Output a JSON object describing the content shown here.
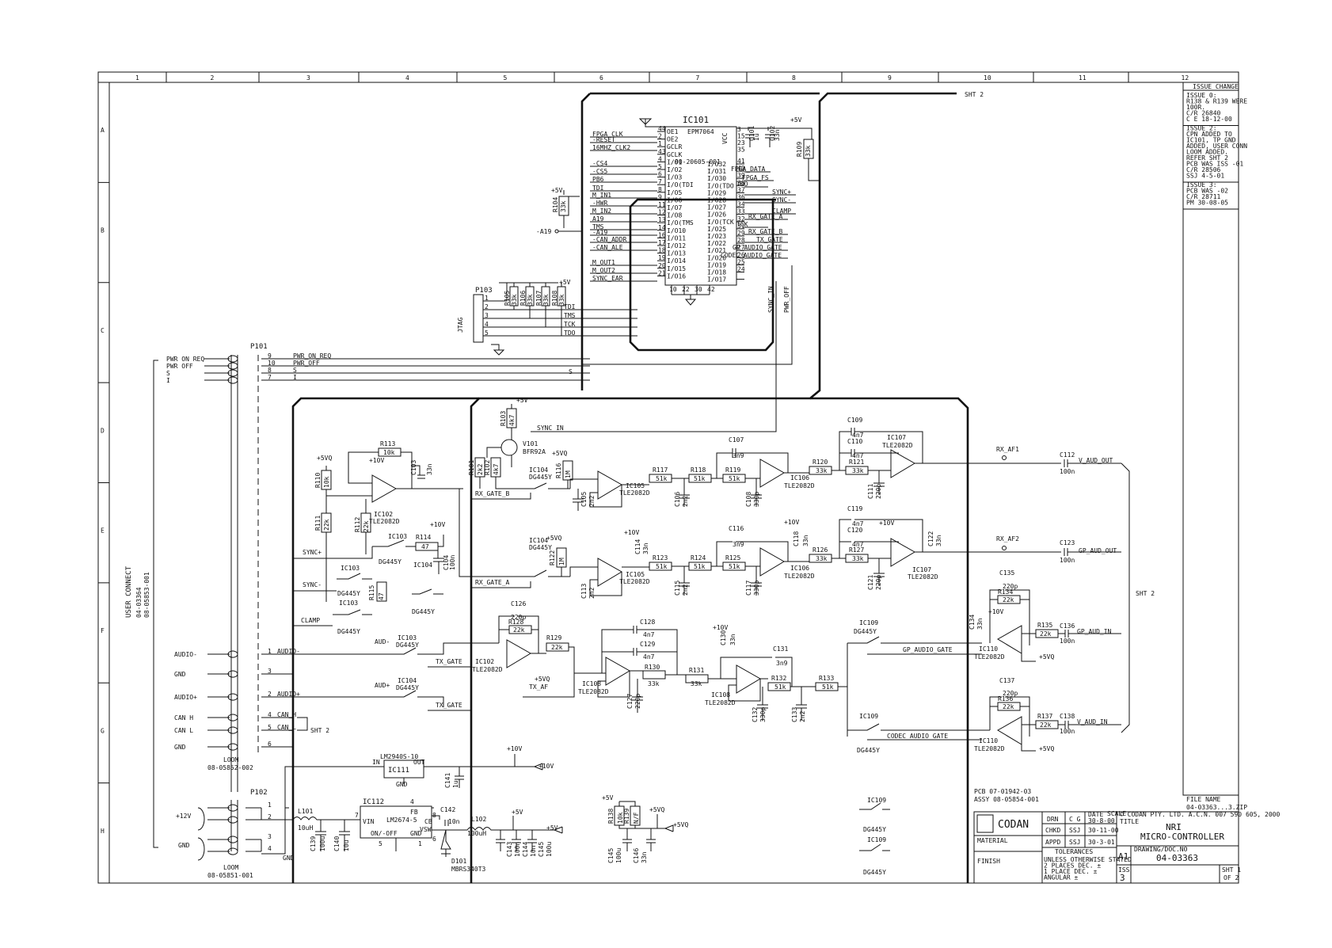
{
  "border": {
    "columns": [
      "1",
      "2",
      "3",
      "4",
      "5",
      "6",
      "7",
      "8",
      "9",
      "10",
      "11",
      "12"
    ],
    "rows": [
      "A",
      "B",
      "C",
      "D",
      "E",
      "F",
      "G",
      "H"
    ]
  },
  "sht2_labels": [
    "SHT 2",
    "SHT 2",
    "SHT 2"
  ],
  "ic101": {
    "name": "IC101",
    "part": "EPM7064",
    "code": "90-20605-001",
    "pins_left": [
      {
        "n": "44",
        "p": "OE1"
      },
      {
        "n": "2",
        "p": "OE2"
      },
      {
        "n": "1",
        "p": "GCLR"
      },
      {
        "n": "43",
        "p": "GCLK"
      },
      {
        "n": "4",
        "p": "I/O1"
      },
      {
        "n": "5",
        "p": "I/O2"
      },
      {
        "n": "6",
        "p": "I/O3"
      },
      {
        "n": "7",
        "p": "I/O(TDI"
      },
      {
        "n": "8",
        "p": "I/O5"
      },
      {
        "n": "9",
        "p": "I/O6"
      },
      {
        "n": "11",
        "p": "I/O7"
      },
      {
        "n": "12",
        "p": "I/O8"
      },
      {
        "n": "13",
        "p": "I/O(TMS"
      },
      {
        "n": "14",
        "p": "I/O10"
      },
      {
        "n": "16",
        "p": "I/O11"
      },
      {
        "n": "17",
        "p": "I/O12"
      },
      {
        "n": "18",
        "p": "I/O13"
      },
      {
        "n": "19",
        "p": "I/O14"
      },
      {
        "n": "20",
        "p": "I/O15"
      },
      {
        "n": "21",
        "p": "I/O16"
      }
    ],
    "pins_right": [
      {
        "n": "41",
        "p": "I/O32"
      },
      {
        "n": "40",
        "p": "I/O31"
      },
      {
        "n": "39",
        "p": "I/O30"
      },
      {
        "n": "38",
        "p": "I/O(TDO"
      },
      {
        "n": "37",
        "p": "I/O29"
      },
      {
        "n": "36",
        "p": "I/O28"
      },
      {
        "n": "34",
        "p": "I/O27"
      },
      {
        "n": "33",
        "p": "I/O26"
      },
      {
        "n": "32",
        "p": "I/O(TCK"
      },
      {
        "n": "31",
        "p": "I/O25"
      },
      {
        "n": "29",
        "p": "I/O23"
      },
      {
        "n": "28",
        "p": "I/O22"
      },
      {
        "n": "27",
        "p": "I/O21"
      },
      {
        "n": "26",
        "p": "I/O20"
      },
      {
        "n": "25",
        "p": "I/O19"
      },
      {
        "n": "24",
        "p": "I/O18"
      },
      {
        "n": "",
        "p": "I/O17"
      }
    ],
    "vcc_pins": [
      "3",
      "15",
      "23",
      "35"
    ],
    "vcc_label": "VCC",
    "gnd_pins": [
      "10",
      "22",
      "30",
      "42"
    ]
  },
  "ic101_left_nets": [
    "FPGA_CLK",
    "-RESET",
    "16MHZ_CLK2",
    "-CS4",
    "-CS5",
    "PB6",
    "TDI",
    "M_IN1",
    "-HWR",
    "M_IN2",
    "A19",
    "TMS",
    "-A19",
    "-CAN_ADDR",
    "-CAN_ALE",
    "M_OUT1",
    "M_OUT2",
    "SYNC_EAR"
  ],
  "ic101_right_nets": [
    "FPGA_DATA",
    "FPGA_FS",
    "TDO",
    "SYNC+",
    "SYNC-",
    "CLAMP",
    "RX_GATE_A",
    "TCK",
    "RX_GATE_B",
    "TX_GATE",
    "GP_AUDIO_GATE",
    "CODEC_AUDIO_GATE"
  ],
  "ic101_misc": {
    "r104": "R104",
    "r104v": "33k",
    "v5a": "+5V",
    "a19_pin": "-A19",
    "v5b": "+5V",
    "c101": "C101",
    "c101v": "1u",
    "c102": "C102",
    "c102v": "33n",
    "r109": "R109",
    "r109v": "33k",
    "sync_in_lbl": "SYNC_IN",
    "pwr_off_lbl": "PWR_OFF"
  },
  "p103": {
    "name": "P103",
    "conn": "JTAG",
    "resistors": [
      {
        "r": "R105",
        "v": "33k"
      },
      {
        "r": "R106",
        "v": "33k"
      },
      {
        "r": "R107",
        "v": "33k"
      },
      {
        "r": "R108",
        "v": "33k"
      }
    ],
    "nets": [
      "TDI",
      "TMS",
      "TCK",
      "TDO"
    ],
    "pins": [
      "1",
      "2",
      "3",
      "4",
      "5"
    ],
    "v5": "+5V"
  },
  "p101": {
    "name": "P101",
    "top": [
      {
        "ext": "PWR ON REQ",
        "pin": "9",
        "net": "PWR_ON_REQ"
      },
      {
        "ext": "PWR OFF",
        "pin": "10",
        "net": "PWR_OFF"
      },
      {
        "ext": "S",
        "pin": "8",
        "net": "S"
      },
      {
        "ext": "I",
        "pin": "7",
        "net": "I"
      }
    ],
    "bottom": [
      {
        "ext": "AUDIO-",
        "pin": "1",
        "net": "AUDIO-"
      },
      {
        "ext": "GND",
        "pin": "3",
        "net": ""
      },
      {
        "ext": "AUDIO+",
        "pin": "2",
        "net": "AUDIO+"
      },
      {
        "ext": "CAN H",
        "pin": "4",
        "net": "CAN_H"
      },
      {
        "ext": "CAN L",
        "pin": "5",
        "net": "CAN_L"
      },
      {
        "ext": "GND",
        "pin": "6",
        "net": ""
      }
    ],
    "sht2": "SHT 2",
    "s_net": "S",
    "loom": "LOOM",
    "loom_no": "08-05852-002"
  },
  "user_connect": [
    "USER CONNECT",
    "04-03364",
    "08-05853-001"
  ],
  "left_block": {
    "v5vq": "+5VQ",
    "r110": "R110",
    "r110v": "10k",
    "r111": "R111",
    "r111v": "22k",
    "r112": "R112",
    "r112v": "22k",
    "r113": "R113",
    "r113v": "10k",
    "v10": "+10V",
    "c103": "C103",
    "c103v": "33n",
    "ic102": "IC102",
    "ic102p": "TLE2082D",
    "sync_p": "SYNC+",
    "sync_m": "SYNC-",
    "clamp": "CLAMP",
    "ic103a": "IC103",
    "ic103ap": "DG445Y",
    "r114": "R114",
    "r114v": "47",
    "v10b": "+10V",
    "c104": "C104",
    "c104v": "100n",
    "ic103b": "IC103",
    "ic103bp": "DG445Y",
    "ic103c": "IC103",
    "ic103cp": "DG445Y",
    "r115": "R115",
    "r115v": "47",
    "ic104": "IC104",
    "ic104p": "DG445Y"
  },
  "rx_path": {
    "sync_in": "SYNC_IN",
    "r103": "R103",
    "r103v": "4k7",
    "v5": "+5V",
    "v101": "V101",
    "v101p": "BFR92A",
    "r101": "R101",
    "r101v": "2k2",
    "r102": "R102",
    "r102v": "4k7",
    "v5vq": "+5VQ",
    "r116": "R116",
    "r116v": "1M",
    "ic104": "IC104",
    "ic104p": "DG445Y",
    "rx_gate_b": "RX_GATE_B",
    "c105": "C105",
    "c105v": "2n2",
    "ic105": "IC105",
    "ic105p": "TLE2082D",
    "r117": "R117",
    "r117v": "51k",
    "c106": "C106",
    "c106v": "2n2",
    "r118": "R118",
    "r118v": "51k",
    "r119": "R119",
    "r119v": "51k",
    "c107": "C107",
    "c107v": "3n9",
    "c108": "C108",
    "c108v": "330p",
    "ic106": "IC106",
    "ic106p": "TLE2082D",
    "r120": "R120",
    "r120v": "33k",
    "c109": "C109",
    "c109v": "4n7",
    "c110": "C110",
    "c110v": "4n7",
    "r121": "R121",
    "r121v": "33k",
    "c111": "C111",
    "c111v": "220p",
    "ic107": "IC107",
    "ic107p": "TLE2082D",
    "rx_af1": "RX_AF1",
    "c112": "C112",
    "c112v": "100n",
    "v_aud_out": "V_AUD_OUT"
  },
  "rx_path2": {
    "v5vq": "+5VQ",
    "r122": "R122",
    "r122v": "1M",
    "ic104": "IC104",
    "ic104p": "DG445Y",
    "rx_gate_a": "RX_GATE_A",
    "c113": "C113",
    "c113v": "2n2",
    "ic105": "IC105",
    "ic105p": "TLE2082D",
    "v10": "+10V",
    "c114": "C114",
    "c114v": "33n",
    "r123": "R123",
    "r123v": "51k",
    "c115": "C115",
    "c115v": "2n2",
    "r124": "R124",
    "r124v": "51k",
    "r125": "R125",
    "r125v": "51k",
    "c116": "C116",
    "c116v": "3n9",
    "c117": "C117",
    "c117v": "330p",
    "ic106": "IC106",
    "ic106p": "TLE2082D",
    "v10b": "+10V",
    "c118": "C118",
    "c118v": "33n",
    "r126": "R126",
    "r126v": "33k",
    "c119": "C119",
    "c119v": "4n7",
    "c120": "C120",
    "c120v": "4n7",
    "r127": "R127",
    "r127v": "33k",
    "c121": "C121",
    "c121v": "220p",
    "ic107": "IC107",
    "ic107p": "TLE2082D",
    "v10c": "+10V",
    "c122": "C122",
    "c122v": "33n",
    "rx_af2": "RX_AF2",
    "c123": "C123",
    "c123v": "100n",
    "gp_aud_out": "GP_AUD_OUT"
  },
  "tx_path": {
    "aud_m": "AUD-",
    "ic103": "IC103",
    "ic103p": "DG445Y",
    "tx_gate1": "TX_GATE",
    "aud_p": "AUD+",
    "ic104": "IC104",
    "ic104p": "DG445Y",
    "tx_gate2": "TX_GATE",
    "c126": "C126",
    "c126v": "220p",
    "r128": "R128",
    "r128v": "22k",
    "r129": "R129",
    "r129v": "22k",
    "ic102": "IC102",
    "ic102p": "TLE2082D",
    "v5vq": "+5VQ",
    "tx_af": "TX_AF",
    "c128": "C128",
    "c128v": "4n7",
    "c129": "C129",
    "c129v": "4n7",
    "ic108": "IC108",
    "ic108p": "TLE2082D",
    "c127": "C127",
    "c127v": "220p",
    "r130": "R130",
    "r130v": "33k",
    "r131": "R131",
    "r131v": "33k",
    "v10": "+10V",
    "c130": "C130",
    "c130v": "33n",
    "c131": "C131",
    "c131v": "3n9",
    "ic108b": "IC108",
    "ic108bp": "TLE2082D",
    "c132": "C132",
    "c132v": "330p",
    "r132": "R132",
    "r132v": "51k",
    "c133": "C133",
    "c133v": "2n2",
    "r133": "R133",
    "r133v": "51k"
  },
  "right_block": {
    "ic109a": "IC109",
    "ic109ap": "DG445Y",
    "gp_gate": "GP_AUDIO_GATE",
    "ic109b": "IC109",
    "ic109bp": "DG445Y",
    "codec_gate": "CODEC_AUDIO_GATE",
    "c135": "C135",
    "c135v": "220p",
    "r134": "R134",
    "r134v": "22k",
    "v10": "+10V",
    "c134": "C134",
    "c134v": "33n",
    "ic110": "IC110",
    "ic110p": "TLE2082D",
    "r135": "R135",
    "r135v": "22k",
    "c136": "C136",
    "c136v": "100n",
    "gp_aud_in": "GP_AUD_IN",
    "v5vq": "+5VQ",
    "c137": "C137",
    "c137v": "220p",
    "r136": "R136",
    "r136v": "22k",
    "ic110b": "IC110",
    "ic110bp": "TLE2082D",
    "r137": "R137",
    "r137v": "22k",
    "c138": "C138",
    "c138v": "100n",
    "v_aud_in": "V_AUD_IN",
    "v5vq2": "+5VQ"
  },
  "power": {
    "p102": "P102",
    "p12v": "+12V",
    "gnd": "GND",
    "pins": [
      "1",
      "2",
      "3",
      "4"
    ],
    "loom": "LOOM",
    "loom_no": "08-05851-001",
    "l101": "L101",
    "l101v": "10uH",
    "gnd2": "GND",
    "c139": "C139",
    "c139v": "100u",
    "c140": "C140",
    "c140v": "10u",
    "ic112": "IC112",
    "ic112p": "LM2674-5",
    "vin": "VIN",
    "fb": "FB",
    "vsw": "VSW",
    "onoff": "ON/-OFF",
    "gndpin": "GND",
    "cb": "CB",
    "ic112pins": [
      "7",
      "4",
      "6",
      "5",
      "8",
      "1"
    ],
    "c142": "C142",
    "c142v": "10n",
    "l102": "L102",
    "l102v": "100uH",
    "d101": "D101",
    "d101p": "MBRS340T3",
    "v5": "+5V",
    "c143": "C143",
    "c143v": "100n",
    "c144": "C144",
    "c144v": "10n",
    "c145": "C145",
    "c145v": "100u",
    "v5out": "+5V",
    "ic111a": "LM2940S-10",
    "ic111": "IC111",
    "ic111in": "IN",
    "ic111out": "OUT",
    "ic111gnd": "GND",
    "v10": "+10V",
    "c141": "C141",
    "c141v": "1u",
    "v10out": "+10V",
    "v5b": "+5V",
    "r138": "R138",
    "r138v": "10k",
    "r139": "R139",
    "r139v": "N/F",
    "v5vq": "+5VQ",
    "v5vqout": "+5VQ",
    "c145b": "C145",
    "c145bv": "100u",
    "c146": "C146",
    "c146v": "33n"
  },
  "spare_gates": [
    {
      "ic": "IC109",
      "part": "DG445Y"
    },
    {
      "ic": "IC109",
      "part": "DG445Y"
    }
  ],
  "title_block": {
    "issue_hdr": "ISSUE CHANGE",
    "issues": [
      [
        "ISSUE 0:",
        "R138 & R139 WERE",
        "100R.",
        "C/R 26840",
        "C E 18-12-00"
      ],
      [
        "ISSUE 2:",
        "CPN ADDED TO",
        "IC101, TP GND",
        "ADDED, USER CONN",
        "LOOM ADDED.",
        "REFER SHT 2",
        "PCB WAS ISS -01",
        "C/R 28506",
        "SSJ 4-5-01"
      ],
      [
        "ISSUE 3:",
        "PCB WAS -02",
        "C/R 28711",
        "PM 30-08-05"
      ]
    ],
    "pcb": "PCB  07-01942-03",
    "assy": "ASSY 08-05854-001",
    "file_name_lbl": "FILE NAME",
    "file_name": "04-03363...3.ZIP",
    "company": "CODAN",
    "copyright": "© CODAN PTY. LTD.  A.C.N. 007 590 605, 2000",
    "title_lbl": "TITLE",
    "title1": "NRI",
    "title2": "MICRO-CONTROLLER",
    "scale": "SCALE",
    "drn": "DRN",
    "drn_by": "C G",
    "date_lbl": "DATE",
    "drn_date": "30-8-00",
    "chkd": "CHKD",
    "chkd_by": "SSJ",
    "chkd_date": "30-11-00",
    "appd": "APPD",
    "appd_by": "SSJ",
    "appd_date": "30-3-01",
    "material": "MATERIAL",
    "finish": "FINISH",
    "tolerances": "TOLERANCES",
    "tol_lines": [
      "UNLESS OTHERWISE STATED",
      "2 PLACES DEC. ±",
      "1 PLACE DEC. ±",
      "ANGULAR ±"
    ],
    "size": "A1",
    "drawing_lbl": "DRAWING/DOC.NO",
    "drawing_no": "04-03363",
    "iss_lbl": "ISS",
    "iss": "3",
    "sht": "SHT 1",
    "of": "OF 2"
  }
}
